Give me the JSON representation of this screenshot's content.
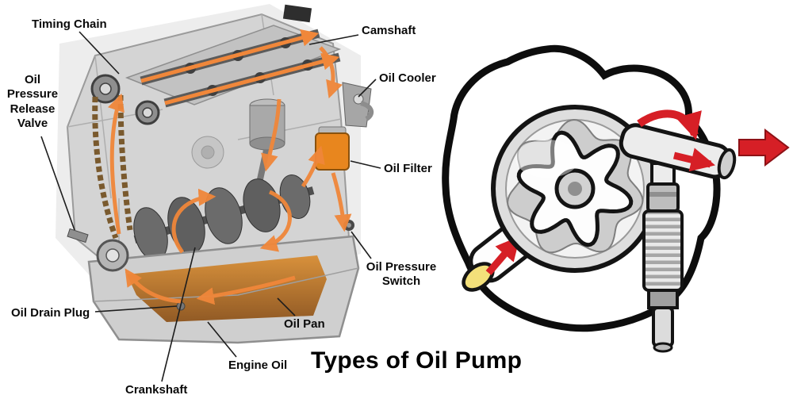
{
  "title": "Types of Oil Pump",
  "labels": {
    "timing_chain": "Timing Chain",
    "camshaft": "Camshaft",
    "oil_cooler": "Oil Cooler",
    "oil_pressure_release_valve": "Oil Pressure Release Valve",
    "oil_filter": "Oil Filter",
    "oil_pressure_switch": "Oil Pressure Switch",
    "oil_drain_plug": "Oil Drain Plug",
    "oil_pan": "Oil Pan",
    "engine_oil": "Engine Oil",
    "crankshaft": "Crankshaft"
  },
  "colors": {
    "oil_flow_orange": "#f0873a",
    "oil_fill_brown": "#b96a1e",
    "flow_arrow_red": "#d61f26",
    "pump_outline_black": "#141414",
    "engine_gray": "#cfcfcf",
    "suction_highlight_yellow": "#f3e07a"
  }
}
